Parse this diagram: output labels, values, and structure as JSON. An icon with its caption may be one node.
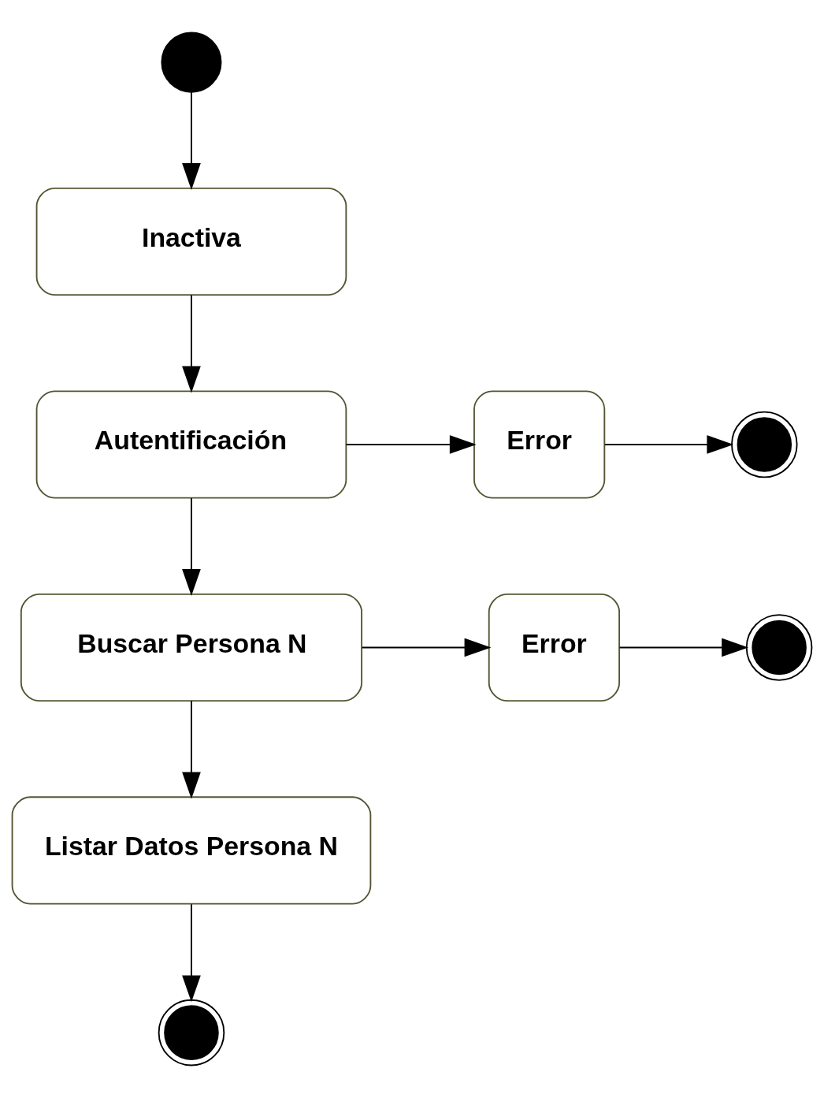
{
  "diagram": {
    "nodes": [
      {
        "text": [],
        "shape": "circle"
      },
      {
        "text": [
          "Inactiva"
        ]
      },
      {
        "text": [
          "Autentificación"
        ]
      },
      {
        "text": [
          "Error"
        ]
      },
      {
        "text": [],
        "shape": "circle"
      },
      {
        "text": [
          "Buscar Persona N"
        ]
      },
      {
        "text": [
          "Error"
        ]
      },
      {
        "text": [],
        "shape": "circle"
      },
      {
        "text": [
          "Listar Datos Persona N"
        ]
      },
      {
        "text": [],
        "shape": "circle"
      }
    ],
    "edges": [
      {
        "from": 0,
        "to": 1,
        "arrow": "to"
      },
      {
        "from": 1,
        "to": 2,
        "arrow": "to"
      },
      {
        "from": 2,
        "to": 3,
        "arrow": "to"
      },
      {
        "from": 3,
        "to": 4,
        "arrow": "to"
      },
      {
        "from": 2,
        "to": 5,
        "arrow": "to"
      },
      {
        "from": 5,
        "to": 6,
        "arrow": "to"
      },
      {
        "from": 6,
        "to": 7,
        "arrow": "to"
      },
      {
        "from": 5,
        "to": 8,
        "arrow": "to"
      },
      {
        "from": 8,
        "to": 9,
        "arrow": "to"
      }
    ]
  }
}
